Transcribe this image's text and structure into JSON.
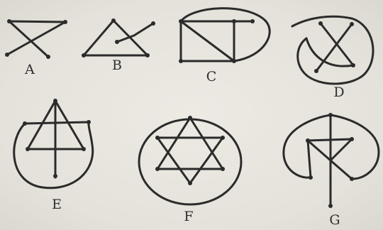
{
  "figures": [
    {
      "id": "A",
      "label": "A"
    },
    {
      "id": "B",
      "label": "B"
    },
    {
      "id": "C",
      "label": "C"
    },
    {
      "id": "D",
      "label": "D"
    },
    {
      "id": "E",
      "label": "E"
    },
    {
      "id": "F",
      "label": "F"
    },
    {
      "id": "G",
      "label": "G"
    }
  ],
  "colors": {
    "ink": "#2b2b2b",
    "paper": "#e7e5dd"
  }
}
